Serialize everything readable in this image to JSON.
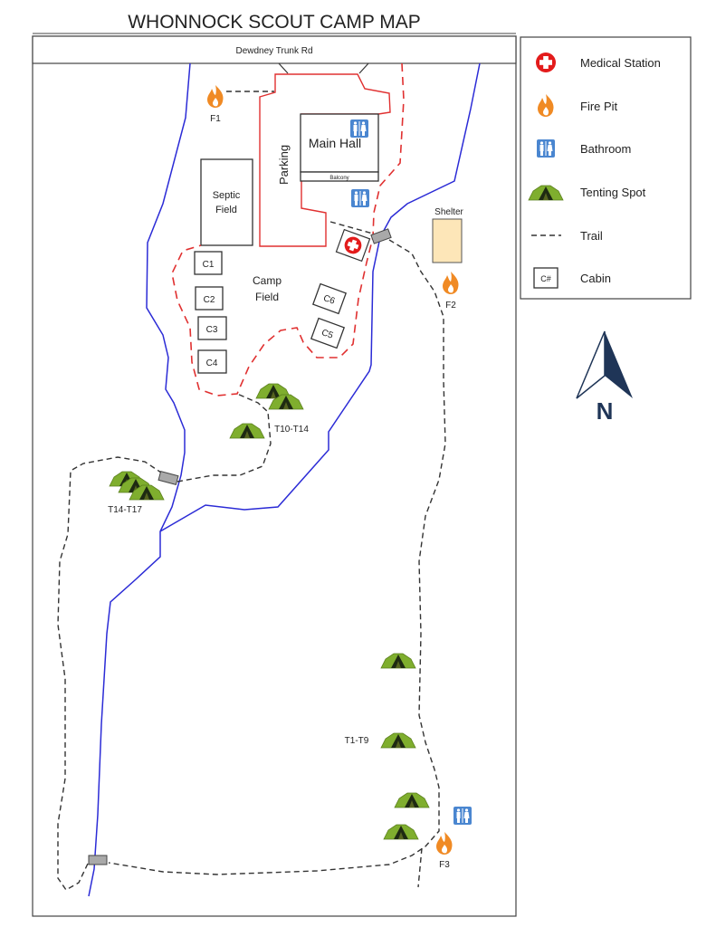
{
  "title": "WHONNOCK SCOUT CAMP MAP",
  "road": "Dewdney Trunk Rd",
  "areas": {
    "main_hall": "Main Hall",
    "balcony": "Balcony",
    "parking": "Parking",
    "septic_line1": "Septic",
    "septic_line2": "Field",
    "camp_field_line1": "Camp",
    "camp_field_line2": "Field",
    "shelter": "Shelter"
  },
  "cabins": [
    "C1",
    "C2",
    "C3",
    "C4",
    "C5",
    "C6"
  ],
  "fire_pits": [
    "F1",
    "F2",
    "F3"
  ],
  "tent_groups": [
    "T10-T14",
    "T14-T17",
    "T1-T9"
  ],
  "compass": "N",
  "legend": [
    {
      "icon": "medical-icon",
      "label": "Medical Station"
    },
    {
      "icon": "fire-icon",
      "label": "Fire Pit"
    },
    {
      "icon": "bathroom-icon",
      "label": "Bathroom"
    },
    {
      "icon": "tent-icon",
      "label": "Tenting Spot"
    },
    {
      "icon": "trail-icon",
      "label": "Trail"
    },
    {
      "icon": "cabin-icon",
      "label": "Cabin",
      "sample": "C#"
    }
  ],
  "colors": {
    "river": "#2b2bd6",
    "parking": "#e03030",
    "shelter": "#fde6b8",
    "tent": "#7fae2e",
    "fire": "#f08a24",
    "bathroom": "#4a86d0",
    "medical": "#e31b1b",
    "compass": "#1f3557"
  }
}
